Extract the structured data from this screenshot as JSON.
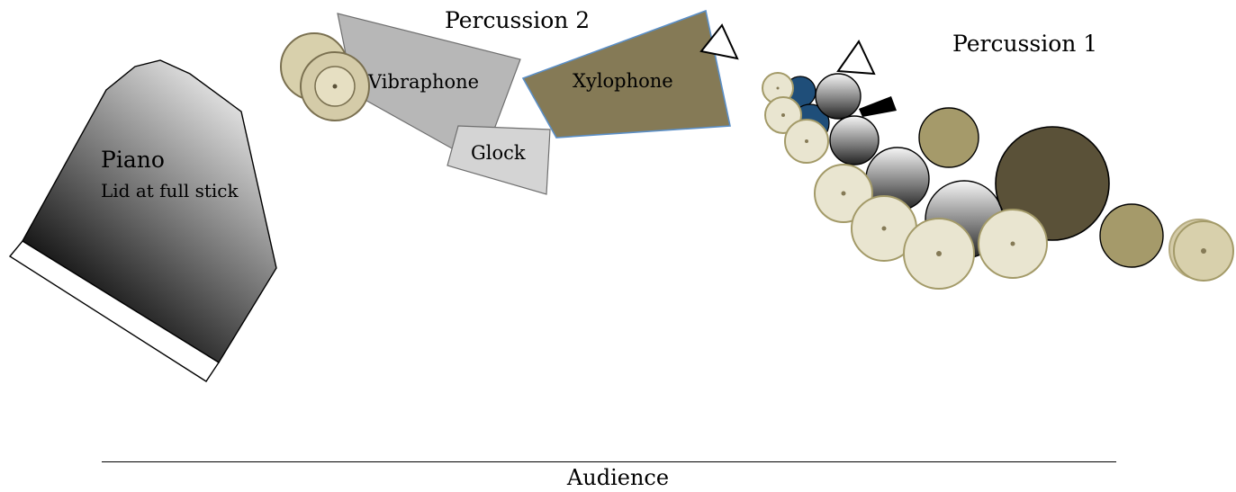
{
  "labels": {
    "percussion_2": "Percussion 2",
    "percussion_1": "Percussion 1",
    "piano": "Piano",
    "piano_note": "Lid at full stick",
    "vibraphone": "Vibraphone",
    "xylophone": "Xylophone",
    "glock": "Glock",
    "audience": "Audience"
  },
  "colors": {
    "xylophone": "#857a56",
    "vibraphone": "#b7b7b7",
    "glock": "#d4d4d4",
    "drumhead": "#e9e5d0",
    "drum_rim": "#a39a68",
    "bronze": "#a59a6a",
    "dark_bronze": "#5a5138",
    "tom_blue": "#1f4e79"
  }
}
